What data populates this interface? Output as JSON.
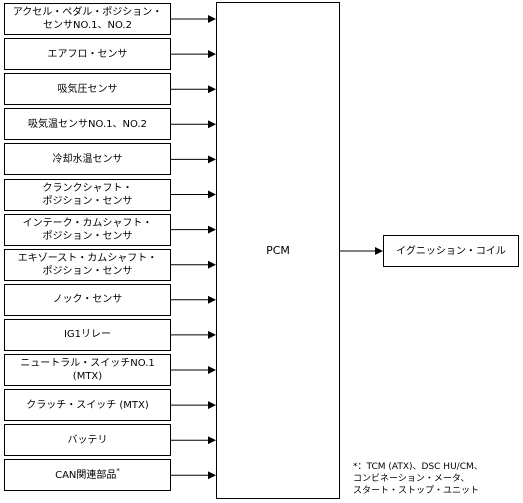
{
  "inputs": [
    {
      "lines": [
        "アクセル・ペダル・ポジション・",
        "センサNO.1、NO.2"
      ]
    },
    {
      "lines": [
        "エアフロ・センサ"
      ]
    },
    {
      "lines": [
        "吸気圧センサ"
      ]
    },
    {
      "lines": [
        "吸気温センサNO.1、NO.2"
      ]
    },
    {
      "lines": [
        "冷却水温センサ"
      ]
    },
    {
      "lines": [
        "クランクシャフト・",
        "ポジション・センサ"
      ]
    },
    {
      "lines": [
        "インテーク・カムシャフト・",
        "ポジション・センサ"
      ]
    },
    {
      "lines": [
        "エキゾースト・カムシャフト・",
        "ポジション・センサ"
      ]
    },
    {
      "lines": [
        "ノック・センサ"
      ]
    },
    {
      "lines": [
        "IG1リレー"
      ]
    },
    {
      "lines": [
        "ニュートラル・スイッチNO.1 (MTX)"
      ]
    },
    {
      "lines": [
        "クラッチ・スイッチ (MTX)"
      ]
    },
    {
      "lines": [
        "バッテリ"
      ]
    },
    {
      "lines": [
        "CAN関連部品"
      ],
      "marker": "*"
    }
  ],
  "controller": {
    "label": "PCM"
  },
  "output": {
    "label": "イグニッション・コイル"
  },
  "footnote": {
    "lines": [
      "*：TCM (ATX)、DSC HU/CM、",
      "コンビネーション・メータ、",
      "スタート・ストップ・ユニット"
    ]
  }
}
